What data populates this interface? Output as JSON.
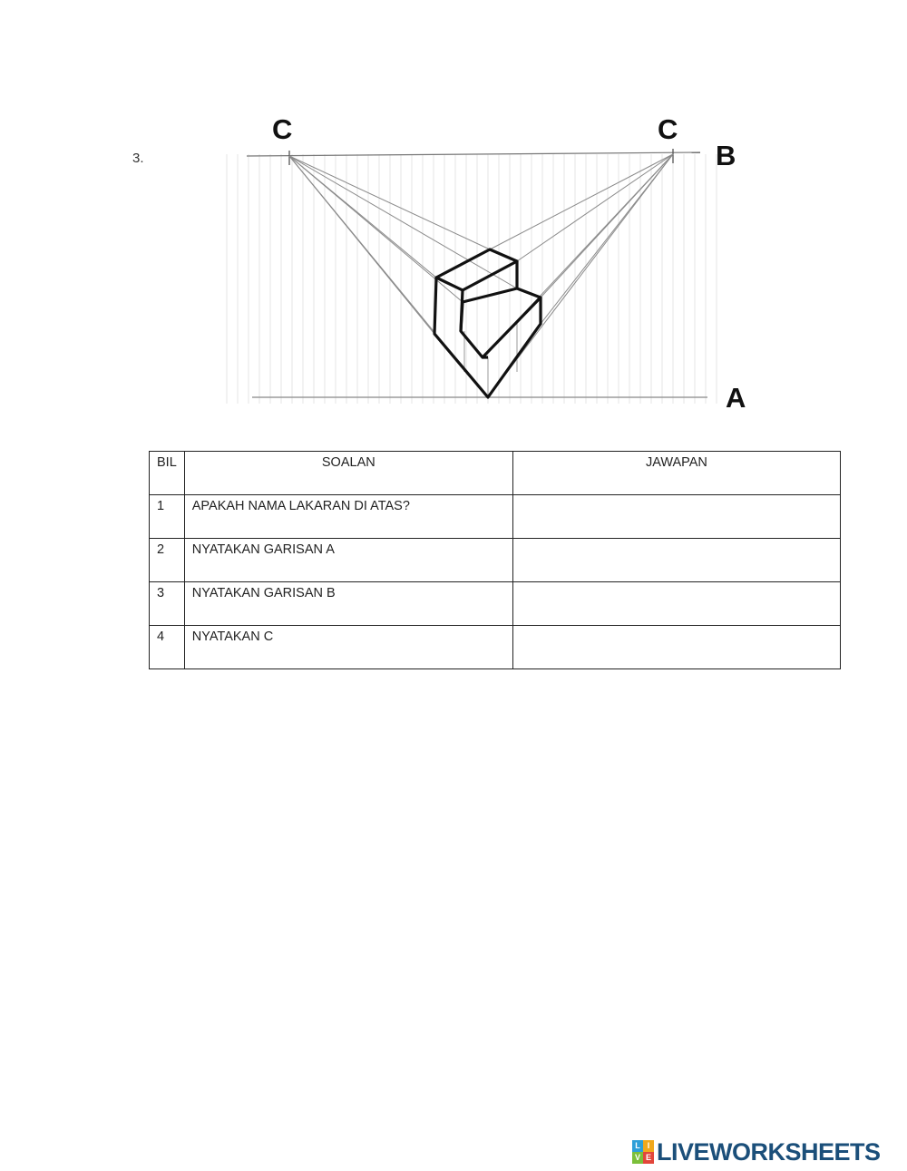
{
  "question": {
    "number": "3."
  },
  "drawing": {
    "labels": {
      "c_left": "C",
      "c_right": "C",
      "b": "B",
      "a": "A"
    },
    "colors": {
      "guide": "#8a8a8a",
      "object": "#111111",
      "faint": "#e4e4e4"
    }
  },
  "table": {
    "headers": {
      "bil": "BIL",
      "soalan": "SOALAN",
      "jawapan": "JAWAPAN"
    },
    "rows": [
      {
        "bil": "1",
        "soalan": "APAKAH NAMA LAKARAN DI ATAS?",
        "jawapan": ""
      },
      {
        "bil": "2",
        "soalan": "NYATAKAN GARISAN A",
        "jawapan": ""
      },
      {
        "bil": "3",
        "soalan": "NYATAKAN GARISAN B",
        "jawapan": ""
      },
      {
        "bil": "4",
        "soalan": "NYATAKAN C",
        "jawapan": ""
      }
    ]
  },
  "footer": {
    "logo_text": "LIVEWORKSHEETS",
    "logo_letters": [
      "L",
      "I",
      "V",
      "E"
    ],
    "logo_colors": [
      "#2e9fd8",
      "#f0a81c",
      "#7bbf3a",
      "#e2463a"
    ],
    "logo_text_color": "#1b4f7a"
  }
}
